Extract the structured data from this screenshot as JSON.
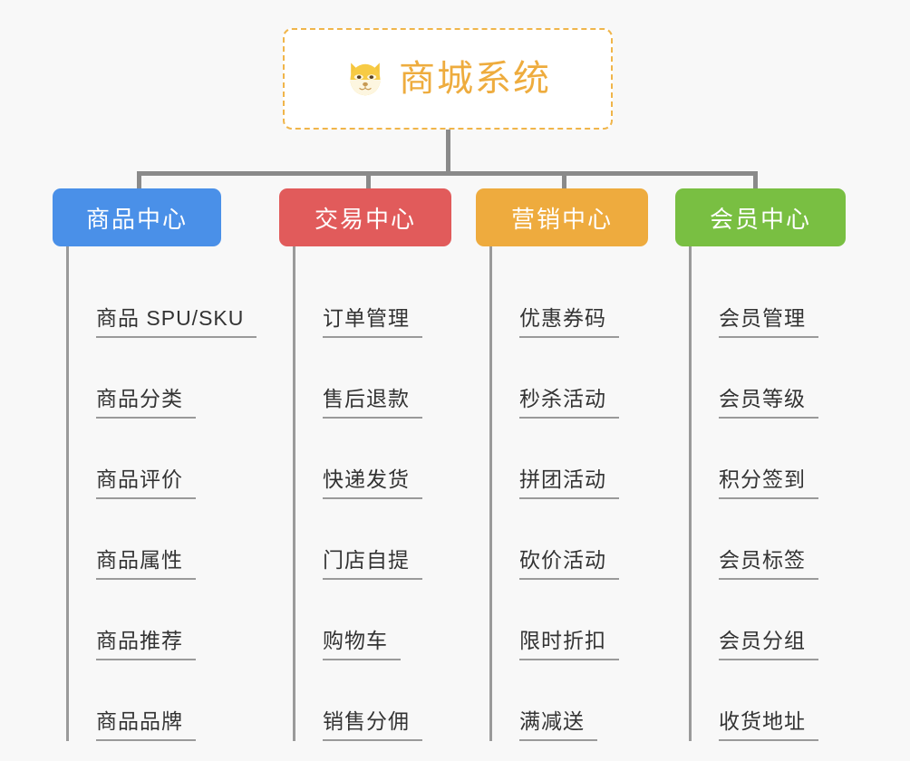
{
  "canvas": {
    "background": "#f8f8f8",
    "connector_color": "#8a8a8a"
  },
  "root": {
    "title": "商城系统",
    "icon": "shiba-dog-face-icon",
    "text_color": "#eeac3e",
    "border_color": "#f0b54a",
    "background": "#ffffff"
  },
  "columns": [
    {
      "label": "商品中心",
      "color": "#4a90e8",
      "items": [
        {
          "label": "商品 SPU/SKU"
        },
        {
          "label": "商品分类"
        },
        {
          "label": "商品评价"
        },
        {
          "label": "商品属性"
        },
        {
          "label": "商品推荐"
        },
        {
          "label": "商品品牌"
        }
      ]
    },
    {
      "label": "交易中心",
      "color": "#e15b5b",
      "items": [
        {
          "label": "订单管理"
        },
        {
          "label": "售后退款"
        },
        {
          "label": "快递发货"
        },
        {
          "label": "门店自提"
        },
        {
          "label": "购物车"
        },
        {
          "label": "销售分佣"
        }
      ]
    },
    {
      "label": "营销中心",
      "color": "#eeab3e",
      "items": [
        {
          "label": "优惠券码"
        },
        {
          "label": "秒杀活动"
        },
        {
          "label": "拼团活动"
        },
        {
          "label": "砍价活动"
        },
        {
          "label": "限时折扣"
        },
        {
          "label": "满减送"
        }
      ]
    },
    {
      "label": "会员中心",
      "color": "#79bf42",
      "items": [
        {
          "label": "会员管理"
        },
        {
          "label": "会员等级"
        },
        {
          "label": "积分签到"
        },
        {
          "label": "会员标签"
        },
        {
          "label": "会员分组"
        },
        {
          "label": "收货地址"
        }
      ]
    }
  ]
}
